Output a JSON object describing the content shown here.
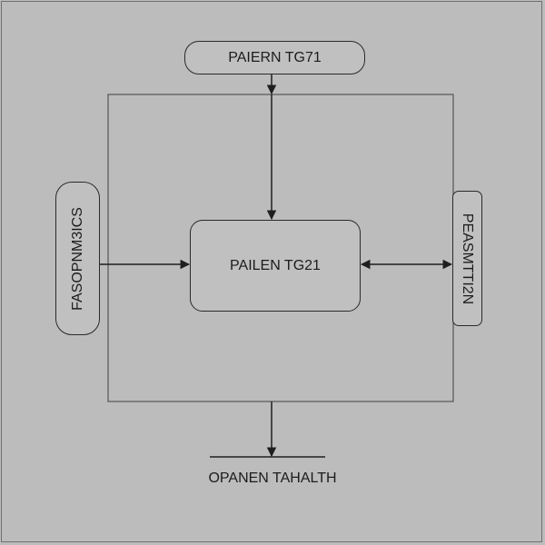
{
  "diagram": {
    "top_node": {
      "label": "PAIERN TG71"
    },
    "center_node": {
      "label": "PAILEN TG21"
    },
    "left_node": {
      "label": "FASOPNM3ICS"
    },
    "right_node": {
      "label": "PEASMTTI2N"
    },
    "output": {
      "label": "OPANEN TAHALTH"
    }
  },
  "colors": {
    "background": "#bcbcbc",
    "line": "#2a2a2a",
    "frame": "#6f6f6f"
  }
}
